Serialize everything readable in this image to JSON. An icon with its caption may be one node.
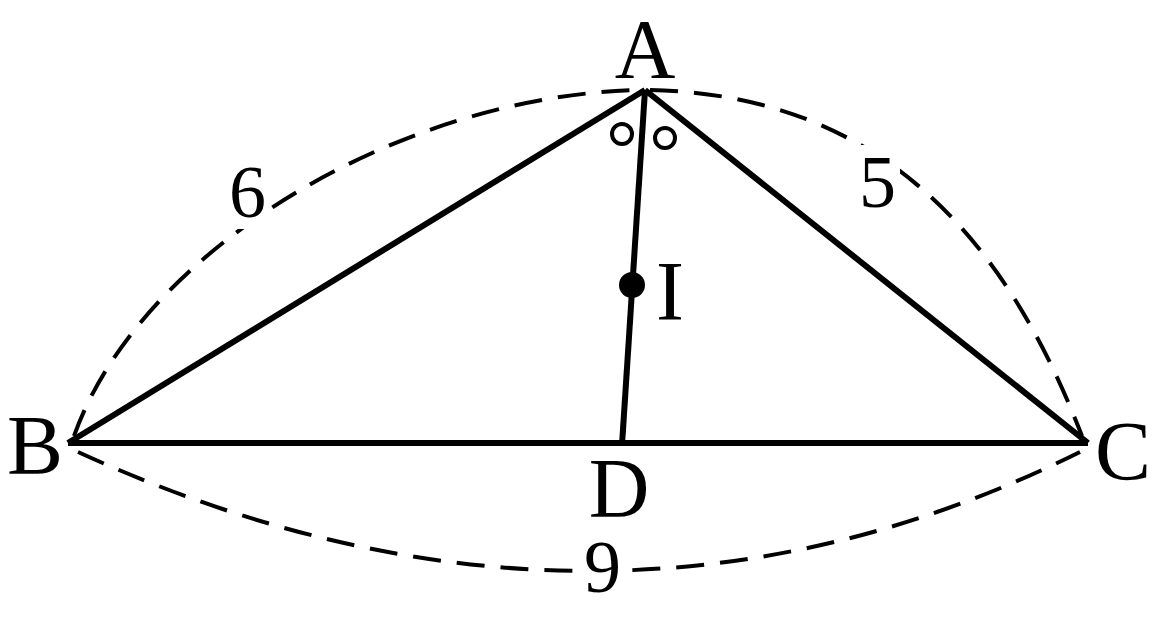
{
  "diagram": {
    "nodes": [
      {
        "text": [
          "A"
        ]
      },
      {
        "text": [
          "B"
        ]
      },
      {
        "text": [
          "C"
        ]
      },
      {
        "text": [
          "D"
        ]
      }
    ],
    "edges": [
      {
        "from": 0,
        "to": 1,
        "arrow": "none"
      },
      {
        "from": 0,
        "to": 2,
        "arrow": "none"
      },
      {
        "from": 1,
        "to": 2,
        "arrow": "none"
      },
      {
        "from": 0,
        "to": 3,
        "arrow": "none"
      }
    ],
    "labels": [
      "6",
      "5",
      "I",
      "9"
    ]
  }
}
